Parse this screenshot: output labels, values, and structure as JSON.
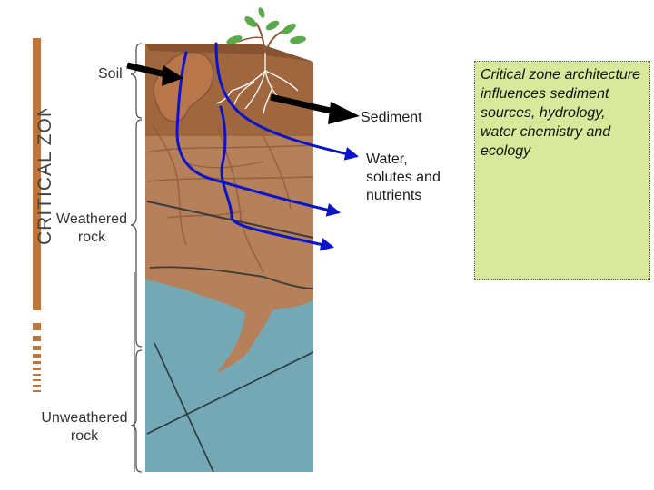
{
  "zone_title": "CRITICAL ZONE",
  "layers": {
    "soil": "Soil",
    "weathered_1": "Weathered",
    "weathered_2": "rock",
    "unweathered_1": "Unweathered",
    "unweathered_2": "rock"
  },
  "annotations": {
    "sediment": "Sediment",
    "water_1": "Water,",
    "water_2": "solutes and",
    "water_3": "nutrients"
  },
  "note": "Critical zone architecture influences sediment sources, hydrology, water chemistry and ecology",
  "colors": {
    "zone_bar": "#c0763a",
    "soil": "#a0673f",
    "weathered": "#b5805a",
    "bedrock": "#74a8b4",
    "water_arrows": "#0a14c8",
    "note_bg": "#d8e99b",
    "plant": "#5aaa4a"
  }
}
